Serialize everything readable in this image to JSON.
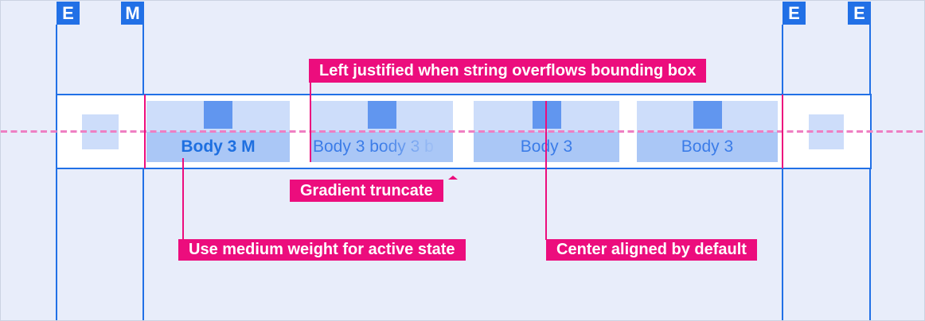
{
  "colors": {
    "accent_blue": "#2170e6",
    "icon_blue": "#6196ef",
    "tab_top_bg": "#cdddfa",
    "tab_label_bg": "#aac7f6",
    "active_text_blue": "#1e6fe0",
    "inactive_text_blue": "#3b7ce8",
    "annotation_pink": "#ec0d7d",
    "dashed_baseline_pink": "#ee7fc3",
    "page_bg": "#e8edfa"
  },
  "margin_chips": [
    {
      "label": "E"
    },
    {
      "label": "M"
    },
    {
      "label": "E"
    },
    {
      "label": "E"
    }
  ],
  "tab_bar": {
    "tabs": [
      {
        "label": "Body 3 M",
        "state": "active"
      },
      {
        "label": "Body 3 body 3 b",
        "state": "gradient-truncated"
      },
      {
        "label": "Body 3",
        "state": "default"
      },
      {
        "label": "Body 3",
        "state": "default"
      }
    ]
  },
  "annotations": {
    "left_justified": "Left justified when string overflows bounding box",
    "gradient_truncate": "Gradient truncate",
    "medium_weight": "Use medium weight for active state",
    "center_aligned": "Center aligned by default"
  }
}
